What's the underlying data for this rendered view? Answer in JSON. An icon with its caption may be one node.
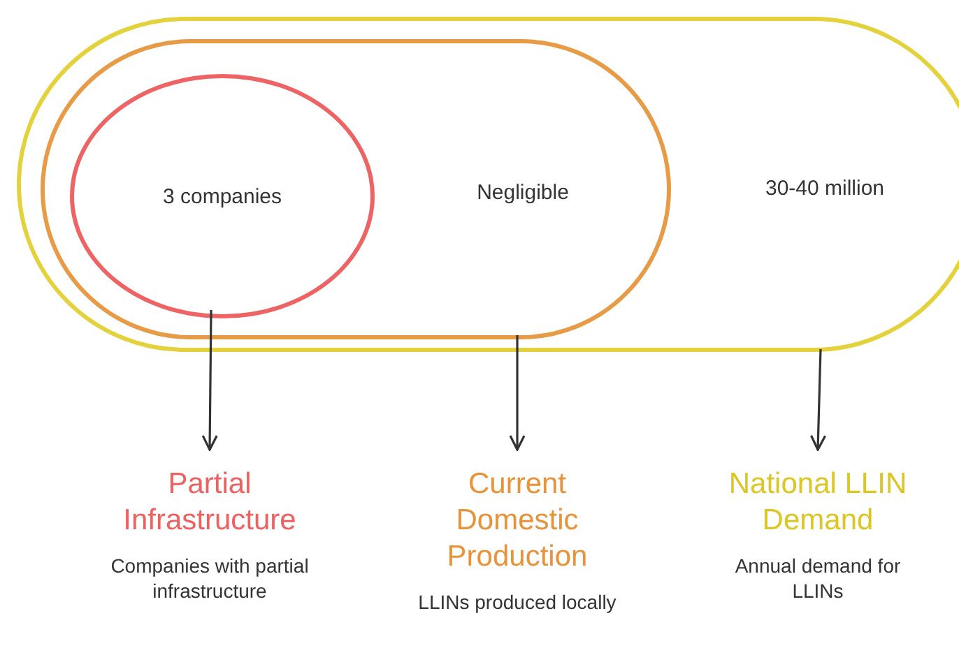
{
  "diagram": {
    "nodes": [
      {
        "text": [
          "30-40 million"
        ]
      },
      {
        "text": [
          "Negligible"
        ],
        "in": 0
      },
      {
        "text": [
          "3 companies"
        ],
        "in": 1
      },
      {
        "text": [
          "Partial Infrastructure",
          "Companies with partial infrastructure"
        ]
      },
      {
        "text": [
          "Current Domestic Production",
          "LLINs produced locally"
        ]
      },
      {
        "text": [
          "National LLIN Demand",
          "Annual demand for LLINs"
        ]
      }
    ],
    "edges": [
      {
        "from": 2,
        "to": 3,
        "arrow": "to"
      },
      {
        "from": 1,
        "to": 4,
        "arrow": "to"
      },
      {
        "from": 0,
        "to": 5,
        "arrow": "to"
      }
    ]
  }
}
